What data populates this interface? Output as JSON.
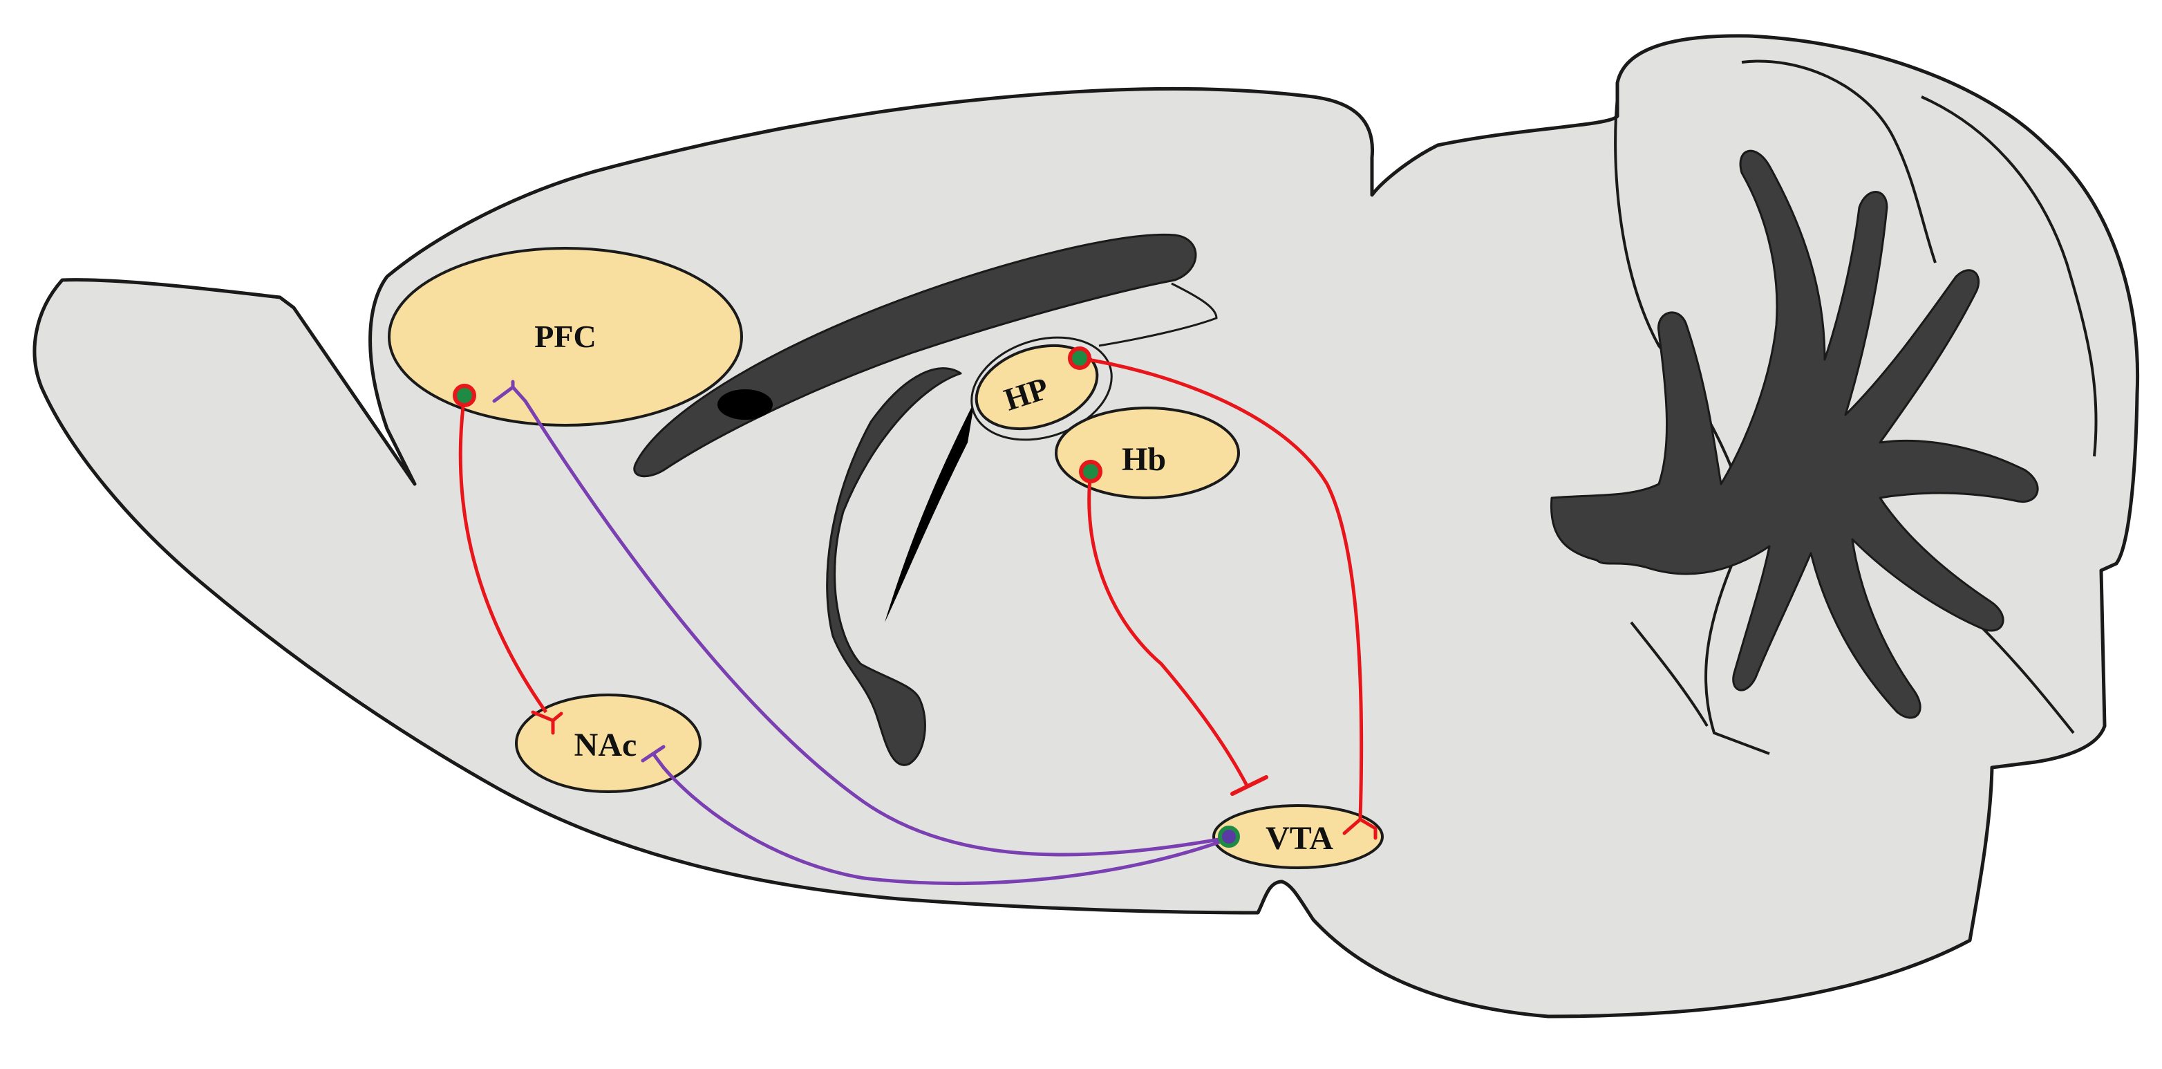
{
  "regions": {
    "pfc": {
      "label": "PFC"
    },
    "hp": {
      "label": "HP"
    },
    "hb": {
      "label": "Hb"
    },
    "nac": {
      "label": "NAc"
    },
    "vta": {
      "label": "VTA"
    }
  },
  "colors": {
    "brain_fill": "#e1e2e0",
    "outline": "#1a1a1a",
    "white_matter": "#3d3d3d",
    "region_fill": "#f8dfa0",
    "glutamatergic": "#e8161b",
    "dopaminergic": "#7a3fb0",
    "soma_green": "#1f8a43",
    "soma_purple": "#5a3aa3"
  },
  "projections": [
    {
      "from": "PFC",
      "to": "NAc",
      "type": "glutamatergic"
    },
    {
      "from": "HP",
      "to": "VTA",
      "type": "glutamatergic"
    },
    {
      "from": "Hb",
      "to": "VTA",
      "type": "glutamatergic",
      "terminal": "inhibitory"
    },
    {
      "from": "VTA",
      "to": "PFC",
      "type": "dopaminergic"
    },
    {
      "from": "VTA",
      "to": "NAc",
      "type": "dopaminergic"
    }
  ]
}
